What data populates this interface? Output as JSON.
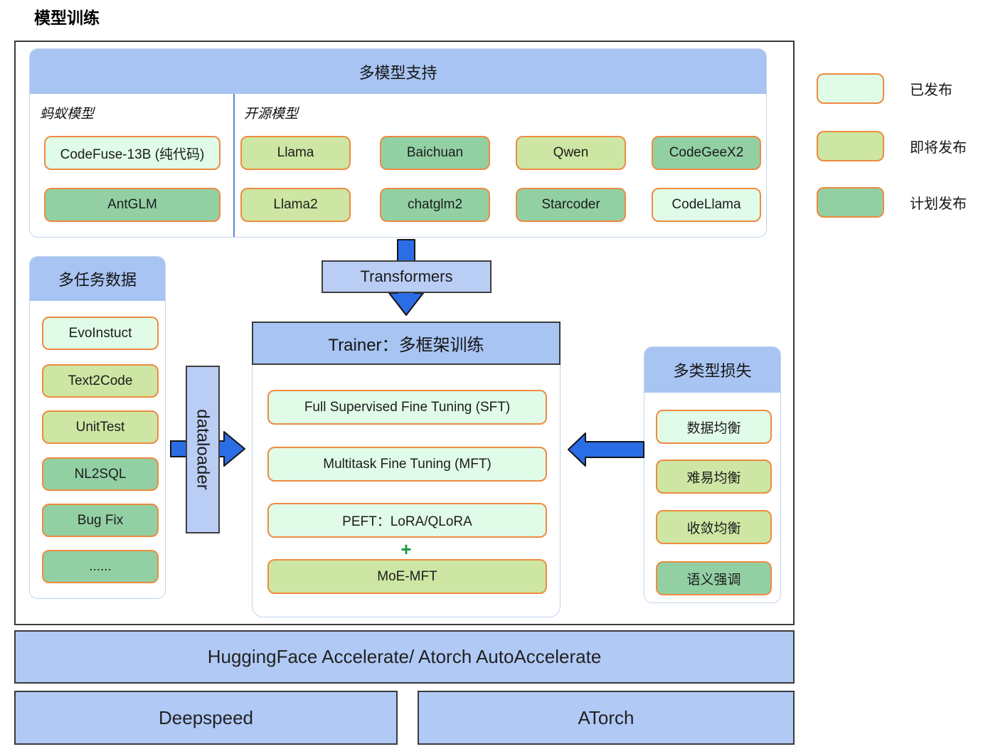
{
  "title": "模型训练",
  "colors": {
    "released": "#e0fbe8",
    "upcoming": "#cde6a3",
    "planned": "#92d0a4",
    "panel_header_blue": "#a8c4f2",
    "bar_blue": "#b1c9f5",
    "arrow_blue": "#2b6de5",
    "border_orange": "#ee8b40"
  },
  "legend": {
    "items": [
      {
        "label": "已发布",
        "status": "released"
      },
      {
        "label": "即将发布",
        "status": "upcoming"
      },
      {
        "label": "计划发布",
        "status": "planned"
      }
    ]
  },
  "model_support": {
    "header": "多模型支持",
    "ant_label": "蚂蚁模型",
    "open_label": "开源模型",
    "ant_models": [
      {
        "label": "CodeFuse-13B (纯代码)",
        "status": "released"
      },
      {
        "label": "AntGLM",
        "status": "planned"
      }
    ],
    "open_models": [
      {
        "label": "Llama",
        "status": "upcoming"
      },
      {
        "label": "Baichuan",
        "status": "planned"
      },
      {
        "label": "Qwen",
        "status": "upcoming"
      },
      {
        "label": "CodeGeeX2",
        "status": "planned"
      },
      {
        "label": "Llama2",
        "status": "upcoming"
      },
      {
        "label": "chatglm2",
        "status": "planned"
      },
      {
        "label": "Starcoder",
        "status": "planned"
      },
      {
        "label": "CodeLlama",
        "status": "released"
      }
    ]
  },
  "transformers": {
    "label": "Transformers"
  },
  "trainer": {
    "header": "Trainer：多框架训练",
    "items": [
      {
        "label": "Full Supervised Fine Tuning (SFT)",
        "status": "released"
      },
      {
        "label": "Multitask Fine Tuning (MFT)",
        "status": "released"
      },
      {
        "label": "PEFT：LoRA/QLoRA",
        "status": "released"
      },
      {
        "label": "MoE-MFT",
        "status": "upcoming"
      }
    ],
    "plus": "+"
  },
  "task_data": {
    "header": "多任务数据",
    "items": [
      {
        "label": "EvoInstuct",
        "status": "released"
      },
      {
        "label": "Text2Code",
        "status": "upcoming"
      },
      {
        "label": "UnitTest",
        "status": "upcoming"
      },
      {
        "label": "NL2SQL",
        "status": "planned"
      },
      {
        "label": "Bug Fix",
        "status": "planned"
      },
      {
        "label": "......",
        "status": "planned"
      }
    ]
  },
  "dataloader": {
    "label": "dataloader"
  },
  "loss": {
    "header": "多类型损失",
    "items": [
      {
        "label": "数据均衡",
        "status": "released"
      },
      {
        "label": "难易均衡",
        "status": "upcoming"
      },
      {
        "label": "收敛均衡",
        "status": "upcoming"
      },
      {
        "label": "语义强调",
        "status": "planned"
      }
    ]
  },
  "infra": {
    "accelerate": "HuggingFace Accelerate/ Atorch AutoAccelerate",
    "deepspeed": "Deepspeed",
    "atorch": "ATorch"
  }
}
